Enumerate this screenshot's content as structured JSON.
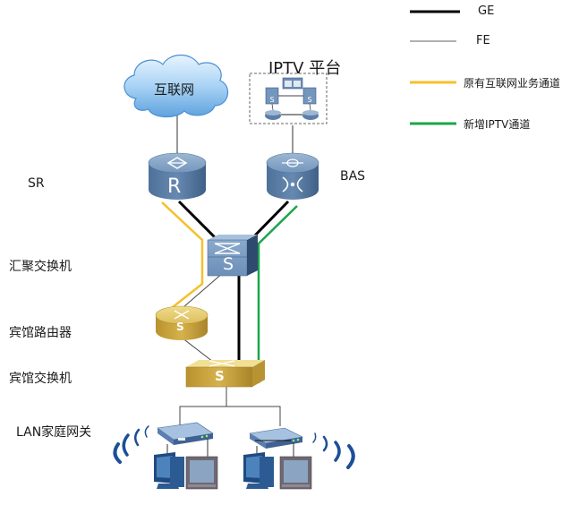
{
  "legend": {
    "items": [
      {
        "label": "GE",
        "color": "#000000",
        "kind": "thick"
      },
      {
        "label": "FE",
        "color": "#808080",
        "kind": "thin"
      },
      {
        "label": "原有互联网业务通道",
        "color": "#f5c02a",
        "kind": "medium"
      },
      {
        "label": "新增IPTV通道",
        "color": "#1aa64a",
        "kind": "medium"
      }
    ]
  },
  "nodes": {
    "internet": {
      "label": "互联网"
    },
    "iptv_platform": {
      "label": "IPTV 平台"
    },
    "sr": {
      "label": "SR",
      "glyph": "R"
    },
    "bas": {
      "label": "BAS"
    },
    "agg_switch": {
      "label": "汇聚交换机",
      "glyph": "S"
    },
    "hotel_router": {
      "label": "宾馆路由器",
      "glyph": "S"
    },
    "hotel_switch": {
      "label": "宾馆交换机",
      "glyph": "S"
    },
    "lan_gateway": {
      "label": "LAN家庭网关"
    }
  },
  "colors": {
    "device_blue": "#5b7fa8",
    "device_gold": "#d9b44a",
    "cloud": "#a9d0f2",
    "ge": "#000000",
    "fe": "#606060",
    "internet_path": "#f5c02a",
    "iptv_path": "#1aa64a"
  }
}
